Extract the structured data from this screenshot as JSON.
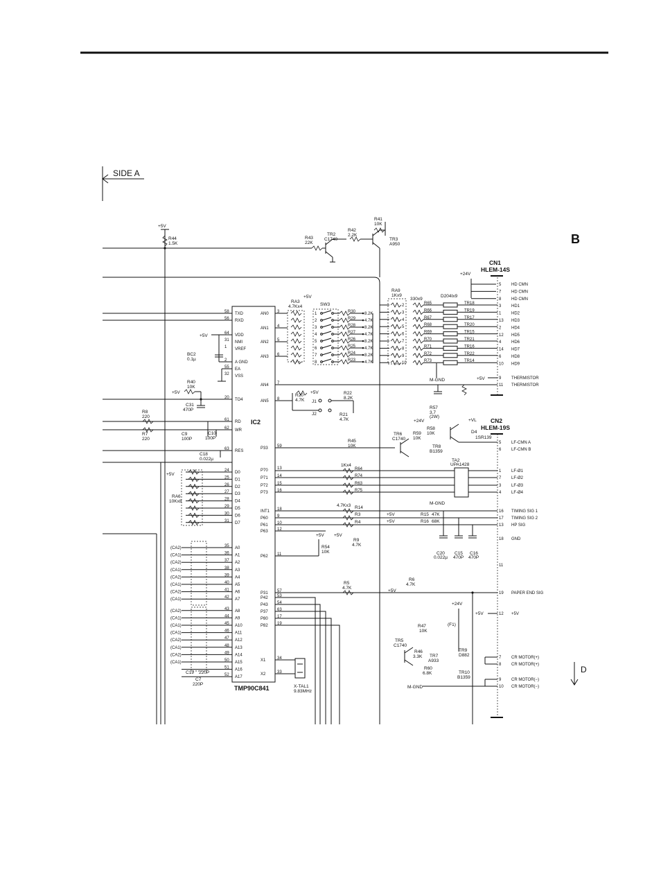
{
  "side_label": "SIDE A",
  "section_letter": "B",
  "arrow_label": "D",
  "ic_main": {
    "ref": "IC2",
    "part": "TMP90C841",
    "left_pins": [
      {
        "num": "58",
        "name": "TXD"
      },
      {
        "num": "56",
        "name": "RXD"
      },
      {
        "num": "64",
        "name": "VDD"
      },
      {
        "num": "31",
        "name": "NMI"
      },
      {
        "num": "1",
        "name": "VREF"
      },
      {
        "num": "2",
        "name": "A GND"
      },
      {
        "num": "55",
        "name": "EA"
      },
      {
        "num": "32",
        "name": "VSS"
      },
      {
        "num": "20",
        "name": "TO4"
      },
      {
        "num": "61",
        "name": "RD"
      },
      {
        "num": "62",
        "name": "WR"
      },
      {
        "num": "63",
        "name": "RES"
      }
    ],
    "data_pins": [
      {
        "num": "24",
        "name": "D0"
      },
      {
        "num": "25",
        "name": "D1"
      },
      {
        "num": "26",
        "name": "D2"
      },
      {
        "num": "27",
        "name": "D3"
      },
      {
        "num": "28",
        "name": "D4"
      },
      {
        "num": "29",
        "name": "D5"
      },
      {
        "num": "30",
        "name": "D6"
      },
      {
        "num": "31",
        "name": "D7"
      }
    ],
    "addr_pins": [
      {
        "num": "35",
        "name": "A0"
      },
      {
        "num": "36",
        "name": "A1"
      },
      {
        "num": "37",
        "name": "A2"
      },
      {
        "num": "38",
        "name": "A3"
      },
      {
        "num": "39",
        "name": "A4"
      },
      {
        "num": "40",
        "name": "A5"
      },
      {
        "num": "41",
        "name": "A6"
      },
      {
        "num": "42",
        "name": "A7"
      },
      {
        "num": "43",
        "name": "A8"
      },
      {
        "num": "44",
        "name": "A9"
      },
      {
        "num": "45",
        "name": "A10"
      },
      {
        "num": "46",
        "name": "A11"
      },
      {
        "num": "47",
        "name": "A12"
      },
      {
        "num": "48",
        "name": "A13"
      },
      {
        "num": "49",
        "name": "A14"
      },
      {
        "num": "50",
        "name": "A15"
      },
      {
        "num": "51",
        "name": "A16"
      },
      {
        "num": "52",
        "name": "A17"
      }
    ],
    "right_pins": [
      {
        "num": "3",
        "name": "AN0"
      },
      {
        "num": "4",
        "name": "AN1"
      },
      {
        "num": "5",
        "name": "AN2"
      },
      {
        "num": "6",
        "name": "AN3"
      },
      {
        "num": "7",
        "name": "AN4"
      },
      {
        "num": "8",
        "name": "AN5"
      },
      {
        "num": "59",
        "name": "P33"
      },
      {
        "num": "13",
        "name": "P70"
      },
      {
        "num": "14",
        "name": "P71"
      },
      {
        "num": "15",
        "name": "P72"
      },
      {
        "num": "16",
        "name": "P73"
      },
      {
        "num": "18",
        "name": "INT1"
      },
      {
        "num": "9",
        "name": "P60"
      },
      {
        "num": "10",
        "name": "P61"
      },
      {
        "num": "12",
        "name": "P63"
      },
      {
        "num": "11",
        "name": "P62"
      },
      {
        "num": "57",
        "name": "P31"
      },
      {
        "num": "53",
        "name": "P42"
      },
      {
        "num": "54",
        "name": "P43"
      },
      {
        "num": "63",
        "name": "P37"
      },
      {
        "num": "17",
        "name": "P80"
      },
      {
        "num": "19",
        "name": "P82"
      },
      {
        "num": "34",
        "name": "X1"
      },
      {
        "num": "33",
        "name": "X2"
      }
    ]
  },
  "connector_cn1": {
    "ref": "CN1",
    "part": "HLEM-14S",
    "pins": [
      {
        "num": "5",
        "sig": "HD CMN"
      },
      {
        "num": "7",
        "sig": "HD CMN"
      },
      {
        "num": "8",
        "sig": "HD CMN"
      },
      {
        "num": "3",
        "sig": "HD1"
      },
      {
        "num": "1",
        "sig": "HD2"
      },
      {
        "num": "13",
        "sig": "HD3"
      },
      {
        "num": "2",
        "sig": "HD4"
      },
      {
        "num": "12",
        "sig": "HD5"
      },
      {
        "num": "4",
        "sig": "HD6"
      },
      {
        "num": "14",
        "sig": "HD7"
      },
      {
        "num": "6",
        "sig": "HD8"
      },
      {
        "num": "10",
        "sig": "HD9"
      },
      {
        "num": "9",
        "sig": "THERMISTOR"
      },
      {
        "num": "11",
        "sig": "THERMISTOR"
      }
    ]
  },
  "connector_cn2": {
    "ref": "CN2",
    "part": "HLEM-19S",
    "pins": [
      {
        "num": "5",
        "sig": "LF-CMN A"
      },
      {
        "num": "6",
        "sig": "LF-CMN B"
      },
      {
        "num": "1",
        "sig": "LF-Ø1"
      },
      {
        "num": "7",
        "sig": "LF-Ø2"
      },
      {
        "num": "3",
        "sig": "LF-Ø3"
      },
      {
        "num": "4",
        "sig": "LF-Ø4"
      },
      {
        "num": "16",
        "sig": "TIMING SIG 1"
      },
      {
        "num": "17",
        "sig": "TIMING SIG 2"
      },
      {
        "num": "13",
        "sig": "HP SIG"
      },
      {
        "num": "18",
        "sig": "GND"
      },
      {
        "num": "11",
        "sig": ""
      },
      {
        "num": "19",
        "sig": "PAPER END SIG"
      },
      {
        "num": "12",
        "sig": "+5V"
      },
      {
        "num": "7",
        "sig": "CR MOTOR(+)"
      },
      {
        "num": "8",
        "sig": "CR MOTOR(+)"
      },
      {
        "num": "9",
        "sig": "CR MOTOR(−)"
      },
      {
        "num": "10",
        "sig": "CR MOTOR(−)"
      }
    ]
  },
  "head_resistors": [
    "R65",
    "R66",
    "R67",
    "R68",
    "R69",
    "R70",
    "R71",
    "R72",
    "R73"
  ],
  "head_transistors": [
    "TR18",
    "TR19",
    "TR17",
    "TR20",
    "TR15",
    "TR21",
    "TR16",
    "TR22",
    "TR14"
  ],
  "sw_resistors": [
    {
      "ref": "R30",
      "val": "8.2K"
    },
    {
      "ref": "R29",
      "val": "4.7K"
    },
    {
      "ref": "R28",
      "val": "8.2K"
    },
    {
      "ref": "R27",
      "val": "4.7K"
    },
    {
      "ref": "R26",
      "val": "8.2K"
    },
    {
      "ref": "R25",
      "val": "4.7K"
    },
    {
      "ref": "R24",
      "val": "8.2K"
    },
    {
      "ref": "R23",
      "val": "4.7K"
    }
  ],
  "lf_resistors": [
    "R64",
    "R74",
    "R63",
    "R75"
  ],
  "labels": {
    "v5": "+5V",
    "v24": "+24V",
    "vl": "+VL",
    "mgnd": "M-GND",
    "r44": "R44",
    "r44v": "1.5K",
    "r43": "R43",
    "r43v": "22K",
    "tr2": "TR2",
    "tr2p": "C1740",
    "r42": "R42",
    "r42v": "2.2K",
    "r41": "R41",
    "r41v": "10K",
    "tr3": "TR3",
    "tr3p": "A950",
    "ra9": "RA9",
    "ra9v": "1Kx9",
    "ra9b": "330x9",
    "d204": "D204Ix9",
    "ra3": "RA3",
    "ra3v": "4.7Kx4",
    "sw3": "SW3",
    "bc2": "BC2",
    "bc2v": "0.1µ",
    "r40": "R40",
    "r40v": "10K",
    "c3": "C31",
    "c3v": "470P",
    "r8": "R8",
    "r8v": "220",
    "r7": "R7",
    "r7v": "220",
    "c9": "C9",
    "c9v": "100P",
    "c10": "C10",
    "c10v": "100P",
    "c18": "C18",
    "c18v": "0.022µ",
    "r20": "R20",
    "r20v": "4.7K",
    "r22": "R22",
    "r22v": "8.2K",
    "r21": "R21",
    "r21v": "4.7K",
    "j1": "J1",
    "j2": "J2",
    "r45": "R45",
    "r45v": "10K",
    "tr6": "TR6",
    "tr6p": "C1740",
    "r59": "R59",
    "r59v": "10K",
    "r58": "R58",
    "r58v": "10K",
    "r57": "R57",
    "r57v": "3.7",
    "r57w": "(2W)",
    "tr8": "TR8",
    "tr8p": "B1359",
    "d4": "D4",
    "d4p": "1SR139",
    "ra6": "RA6",
    "ra6v": "10Kx8",
    "lfra": "1Kx4",
    "ta2": "TA2",
    "ta2p": "UPA1428",
    "r14": "R14",
    "r14v": "4.7Kx3",
    "r3": "R3",
    "r4": "R4",
    "r15": "R15",
    "r15v": "47K",
    "r16": "R16",
    "r16v": "68K",
    "r9": "R9",
    "r9v": "4.7K",
    "r54": "R54",
    "r54v": "10K",
    "c20": "C20",
    "c20v": "0.022µ",
    "c15": "C15",
    "c15v": "470P",
    "c16": "C16",
    "c16v": "470P",
    "r5": "R5",
    "r5v": "4.7K",
    "r6": "R6",
    "r6v": "4.7K",
    "r47": "R47",
    "r47v": "10K",
    "f1": "(F1)",
    "tr5": "TR5",
    "tr5p": "C1740",
    "r46": "R46",
    "r46v": "3.3K",
    "tr7": "TR7",
    "tr7p": "A933",
    "tr9": "TR9",
    "tr9p": "D882",
    "r60": "R60",
    "r60v": "6.8K",
    "tr10": "TR10",
    "tr10p": "B1359",
    "c19": "C19",
    "c19v": "220P",
    "c7": "C7",
    "c7v": "220P",
    "xtal": "X-TAL1",
    "xtalv": "9.83MHz",
    "ca1": "(CA1)",
    "ca2": "(CA2)"
  }
}
